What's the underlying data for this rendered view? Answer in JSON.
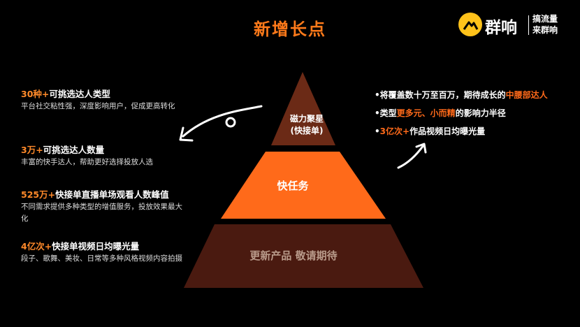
{
  "title": "新增长点",
  "logo": {
    "name": "群响",
    "slogan_line1": "搞流量",
    "slogan_line2": "来群响"
  },
  "pyramid": {
    "top_line1": "磁力聚星",
    "top_line2": "(快接单)",
    "middle": "快任务",
    "bottom": "更新产品 敬请期待",
    "colors": {
      "top": "#6b2a16",
      "middle": "#ff6a1a",
      "bottom": "#4a1a10"
    }
  },
  "left_items": [
    {
      "head_hl": "30种+",
      "head_rest": "可挑选达人类型",
      "desc": "平台社交粘性强，深度影响用户，促成更高转化"
    },
    {
      "head_hl": "3万+",
      "head_rest": "可挑选达人数量",
      "desc": "丰富的快手达人，帮助更好选择投放人选"
    },
    {
      "head_hl": "525万+",
      "head_rest": "快接单直播单场观看人数峰值",
      "desc": "不同需求提供多种类型的增值服务，投放效果最大化"
    },
    {
      "head_hl": "4亿次+",
      "head_rest": "快接单视频日均曝光量",
      "desc": "段子、歌舞、美妆、日常等多种风格视频内容拍摄"
    }
  ],
  "right_items": [
    {
      "pre": "•将覆盖数十万至百万，期待成长的",
      "hl": "中腰部达人",
      "post": ""
    },
    {
      "pre": "•类型",
      "hl": "更多元、小而精",
      "post": "的影响力半径"
    },
    {
      "pre": "•",
      "hl": "3亿次+",
      "post": "作品视频日均曝光量"
    }
  ]
}
